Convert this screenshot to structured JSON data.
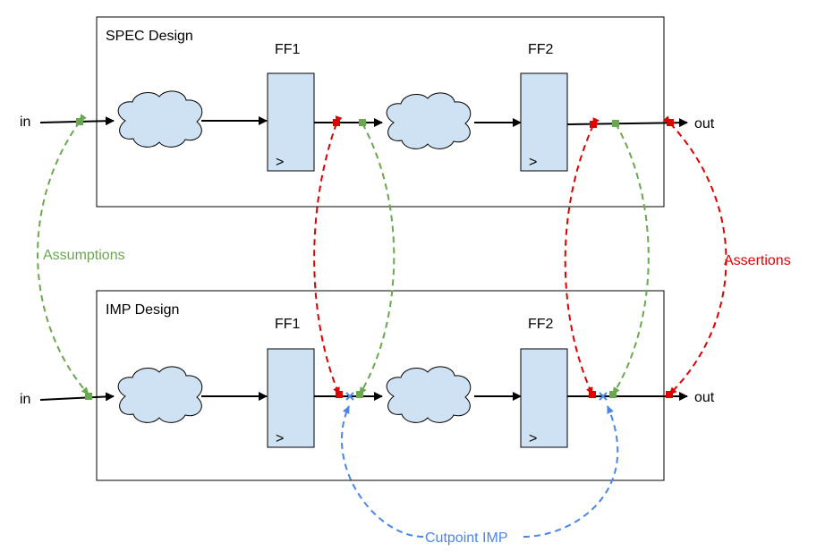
{
  "colors": {
    "assumption": "#6aa84f",
    "assertion": "#e00000",
    "cutpoint": "#4a86e8",
    "block_fill": "#cfe2f3",
    "stroke": "#000000"
  },
  "spec": {
    "title": "SPEC Design",
    "ff1_label": "FF1",
    "ff2_label": "FF2",
    "clock_glyph_1": ">",
    "clock_glyph_2": ">",
    "input_label": "in",
    "output_label": "out"
  },
  "imp": {
    "title": "IMP Design",
    "ff1_label": "FF1",
    "ff2_label": "FF2",
    "clock_glyph_1": ">",
    "clock_glyph_2": ">",
    "input_label": "in",
    "output_label": "out"
  },
  "labels": {
    "assumptions": "Assumptions",
    "assertions": "Assertions",
    "cutpoint": "Cutpoint IMP"
  },
  "icons": {
    "point_marker": "square-marker-icon",
    "cut_marker": "x-marker-icon",
    "logic": "cloud-icon",
    "clock": "clock-triangle-icon"
  }
}
